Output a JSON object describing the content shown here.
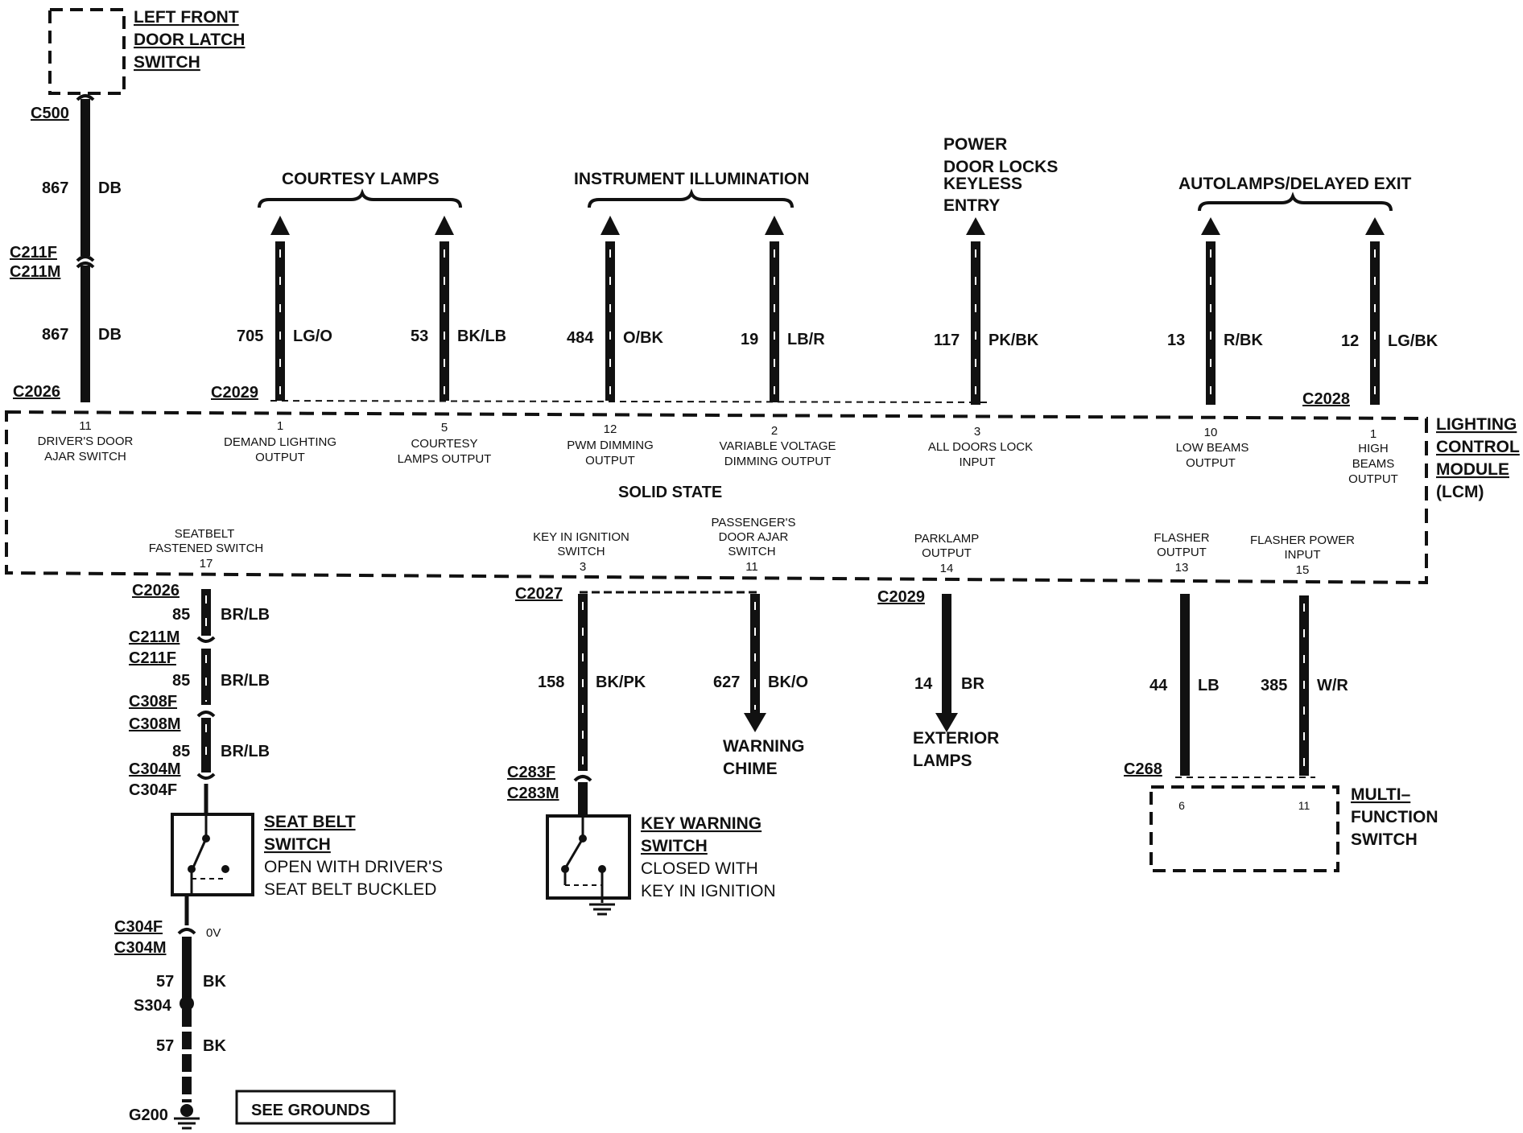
{
  "left_switch": {
    "title": [
      "LEFT FRONT",
      "DOOR LATCH",
      "SWITCH"
    ]
  },
  "left_wire": {
    "connectors": [
      "C500",
      "C211F",
      "C211M",
      "C2026"
    ],
    "circuits": [
      {
        "num": "867",
        "color": "DB"
      },
      {
        "num": "867",
        "color": "DB"
      }
    ]
  },
  "groups": {
    "courtesy": "COURTESY LAMPS",
    "instrument": "INSTRUMENT ILLUMINATION",
    "power": [
      "POWER",
      "DOOR LOCKS",
      "KEYLESS",
      "ENTRY"
    ],
    "autolamps": "AUTOLAMPS/DELAYED EXIT"
  },
  "top_wires": [
    {
      "num": "705",
      "color": "LG/O",
      "pin": "1",
      "pin_label": [
        "DEMAND LIGHTING",
        "OUTPUT"
      ]
    },
    {
      "num": "53",
      "color": "BK/LB",
      "pin": "5",
      "pin_label": [
        "COURTESY",
        "LAMPS OUTPUT"
      ]
    },
    {
      "num": "484",
      "color": "O/BK",
      "pin": "12",
      "pin_label": [
        "PWM DIMMING",
        "OUTPUT"
      ]
    },
    {
      "num": "19",
      "color": "LB/R",
      "pin": "2",
      "pin_label": [
        "VARIABLE VOLTAGE",
        "DIMMING OUTPUT"
      ]
    },
    {
      "num": "117",
      "color": "PK/BK",
      "pin": "3",
      "pin_label": [
        "ALL DOORS LOCK",
        "INPUT"
      ]
    },
    {
      "num": "13",
      "color": "R/BK",
      "pin": "10",
      "pin_label": [
        "LOW BEAMS",
        "OUTPUT"
      ]
    },
    {
      "num": "12",
      "color": "LG/BK",
      "pin": "1",
      "pin_label": [
        "HIGH",
        "BEAMS",
        "OUTPUT"
      ]
    }
  ],
  "top_connectors": {
    "c2029": "C2029",
    "c2028": "C2028"
  },
  "lcm": {
    "title": [
      "LIGHTING",
      "CONTROL",
      "MODULE",
      "(LCM)"
    ],
    "solid_state": "SOLID STATE",
    "left_pin": {
      "num": "11",
      "label": [
        "DRIVER'S DOOR",
        "AJAR SWITCH"
      ]
    }
  },
  "bottom_pins": [
    {
      "num": "17",
      "label": [
        "SEATBELT",
        "FASTENED SWITCH"
      ]
    },
    {
      "num": "3",
      "label": [
        "KEY IN IGNITION",
        "SWITCH"
      ]
    },
    {
      "num": "11",
      "label": [
        "PASSENGER'S",
        "DOOR AJAR",
        "SWITCH"
      ]
    },
    {
      "num": "14",
      "label": [
        "PARKLAMP",
        "OUTPUT"
      ]
    },
    {
      "num": "13",
      "label": [
        "FLASHER",
        "OUTPUT"
      ]
    },
    {
      "num": "15",
      "label": [
        "FLASHER POWER",
        "INPUT"
      ]
    }
  ],
  "seatbelt": {
    "connectors": [
      "C2026",
      "C211M",
      "C211F",
      "C308F",
      "C308M",
      "C304M",
      "C304F",
      "C304F",
      "C304M"
    ],
    "circuits": [
      {
        "num": "85",
        "color": "BR/LB"
      },
      {
        "num": "85",
        "color": "BR/LB"
      },
      {
        "num": "85",
        "color": "BR/LB"
      },
      {
        "num": "57",
        "color": "BK"
      },
      {
        "num": "57",
        "color": "BK"
      }
    ],
    "switch_title": [
      "SEAT BELT",
      "SWITCH"
    ],
    "switch_desc": [
      "OPEN WITH DRIVER'S",
      "SEAT BELT BUCKLED"
    ],
    "voltage": "0V",
    "splice": "S304",
    "ground": "G200",
    "see_grounds": "SEE GROUNDS"
  },
  "key": {
    "connectors": [
      "C2027",
      "C283F",
      "C283M"
    ],
    "circuit": {
      "num": "158",
      "color": "BK/PK"
    },
    "switch_title": [
      "KEY WARNING",
      "SWITCH"
    ],
    "switch_desc": [
      "CLOSED WITH",
      "KEY IN IGNITION"
    ]
  },
  "chime": {
    "circuit": {
      "num": "627",
      "color": "BK/O"
    },
    "dest": [
      "WARNING",
      "CHIME"
    ]
  },
  "exterior": {
    "connector": "C2029",
    "circuit": {
      "num": "14",
      "color": "BR"
    },
    "dest": [
      "EXTERIOR",
      "LAMPS"
    ]
  },
  "flasher": {
    "circuits": [
      {
        "num": "44",
        "color": "LB"
      },
      {
        "num": "385",
        "color": "W/R"
      }
    ],
    "connector": "C268",
    "mfs_pins": [
      "6",
      "11"
    ],
    "mfs_title": [
      "MULTI–",
      "FUNCTION",
      "SWITCH"
    ]
  }
}
